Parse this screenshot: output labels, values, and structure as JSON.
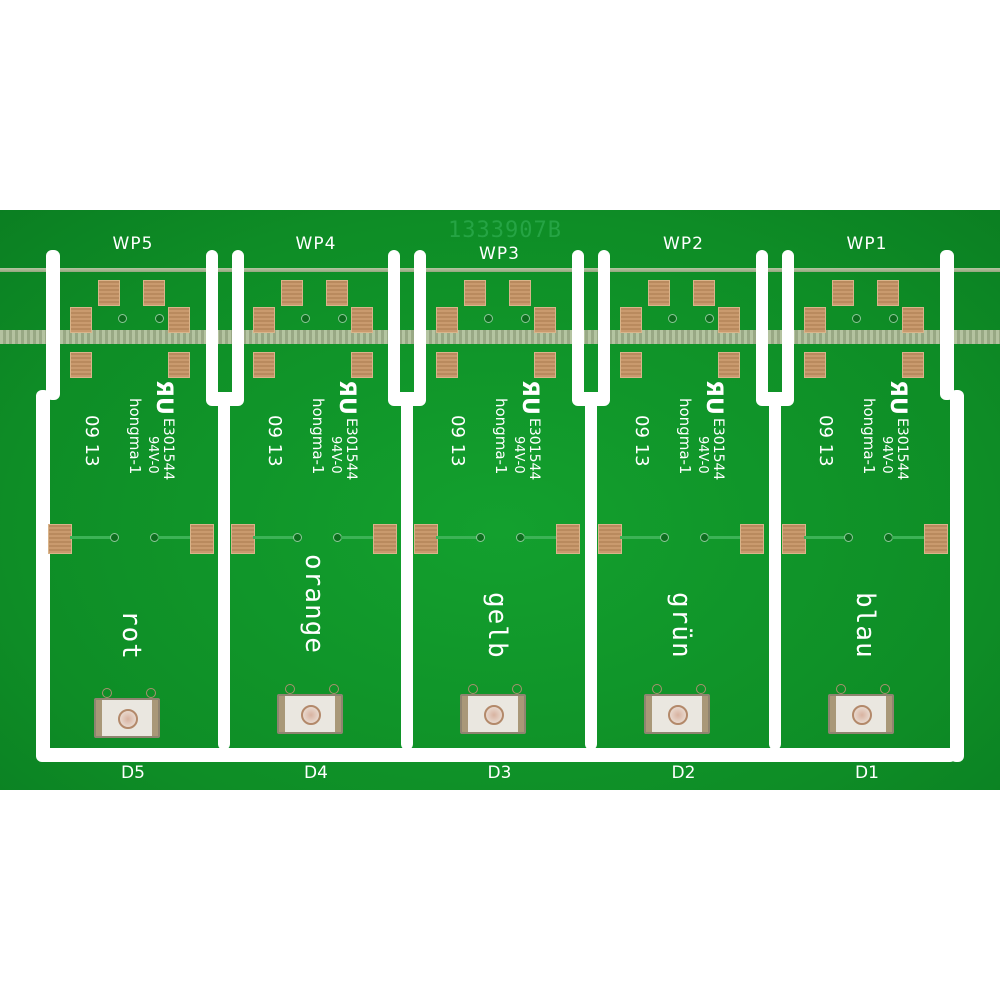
{
  "board": {
    "serial": "1333907B",
    "substrate_color": "#0f9228",
    "silkscreen_color": "#ffffff",
    "pad_color": "#c99a6e"
  },
  "panels": [
    {
      "wp": "WP5",
      "designator": "D5",
      "color_label": "rot",
      "marking_ul": "ЯU",
      "marking_cert": "E301544",
      "marking_rating": "94V-0",
      "marking_maker": "hongma-1",
      "date_code": "09 13"
    },
    {
      "wp": "WP4",
      "designator": "D4",
      "color_label": "orange",
      "marking_ul": "ЯU",
      "marking_cert": "E301544",
      "marking_rating": "94V-0",
      "marking_maker": "hongma-1",
      "date_code": "09 13"
    },
    {
      "wp": "WP3",
      "designator": "D3",
      "color_label": "gelb",
      "marking_ul": "ЯU",
      "marking_cert": "E301544",
      "marking_rating": "94V-0",
      "marking_maker": "hongma-1",
      "date_code": "09 13"
    },
    {
      "wp": "WP2",
      "designator": "D2",
      "color_label": "grün",
      "marking_ul": "ЯU",
      "marking_cert": "E301544",
      "marking_rating": "94V-0",
      "marking_maker": "hongma-1",
      "date_code": "09 13"
    },
    {
      "wp": "WP1",
      "designator": "D1",
      "color_label": "blau",
      "marking_ul": "ЯU",
      "marking_cert": "E301544",
      "marking_rating": "94V-0",
      "marking_maker": "hongma-1",
      "date_code": "09 13"
    }
  ]
}
